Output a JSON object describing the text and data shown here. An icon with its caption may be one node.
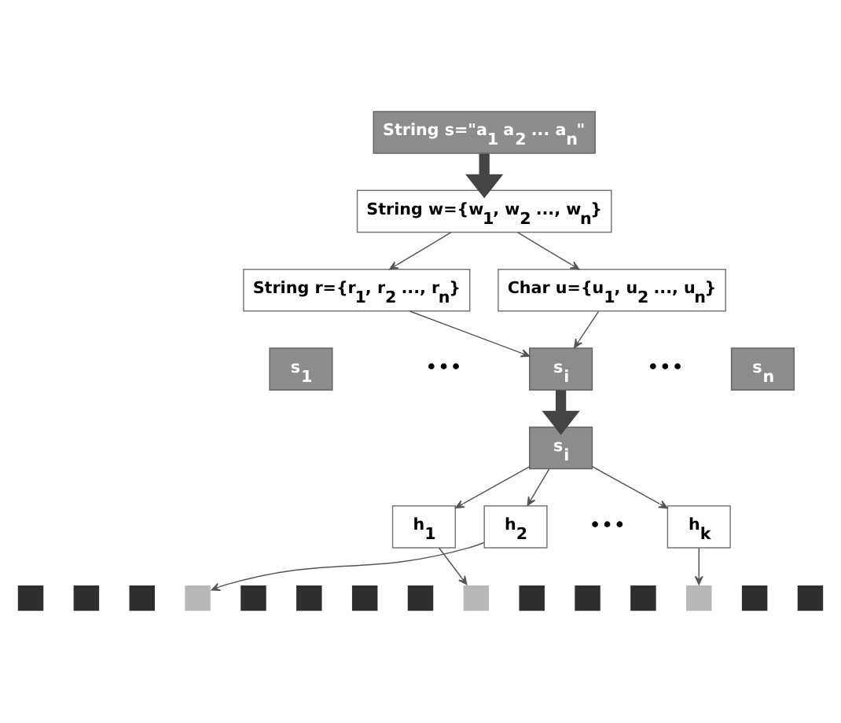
{
  "diagram": {
    "nodes": [
      {
        "text": [
          "String s=\"a$_{1}$ a$_{2}$ ... a$_{n}$\""
        ]
      },
      {
        "text": [
          "String w={w$_{1}$, w$_{2}$ ..., w$_{n}$}"
        ]
      },
      {
        "text": [
          "String r={r$_{1}$, r$_{2}$ ..., r$_{n}$}"
        ]
      },
      {
        "text": [
          "Char u={u$_{1}$, u$_{2}$ ..., u$_{n}$}"
        ]
      },
      {
        "text": [
          "s$_{1}$"
        ]
      },
      {
        "text": [
          "s$_{i}$"
        ]
      },
      {
        "text": [
          "s$_{n}$"
        ]
      },
      {
        "text": [
          "s$_{i}$"
        ]
      },
      {
        "text": [
          "h$_{1}$"
        ]
      },
      {
        "text": [
          "h$_{2}$"
        ]
      },
      {
        "text": [
          "h$_{k}$"
        ]
      },
      {
        "text": [],
        "shape": "box"
      },
      {
        "text": [],
        "shape": "box"
      },
      {
        "text": [],
        "shape": "box"
      },
      {
        "text": [],
        "shape": "box"
      },
      {
        "text": [],
        "shape": "box"
      },
      {
        "text": [],
        "shape": "box"
      },
      {
        "text": [],
        "shape": "box"
      },
      {
        "text": [],
        "shape": "box"
      },
      {
        "text": [],
        "shape": "box"
      },
      {
        "text": [],
        "shape": "box"
      },
      {
        "text": [],
        "shape": "box"
      },
      {
        "text": [],
        "shape": "box"
      },
      {
        "text": [],
        "shape": "box"
      },
      {
        "text": [],
        "shape": "box"
      },
      {
        "text": [],
        "shape": "box"
      }
    ],
    "edges": [
      {
        "from": 0,
        "to": 1,
        "arrow": "to",
        "style": "thick"
      },
      {
        "from": 1,
        "to": 2,
        "arrow": "to"
      },
      {
        "from": 1,
        "to": 3,
        "arrow": "to"
      },
      {
        "from": 2,
        "to": 5,
        "arrow": "to"
      },
      {
        "from": 3,
        "to": 5,
        "arrow": "to"
      },
      {
        "from": 5,
        "to": 7,
        "arrow": "to",
        "style": "thick"
      },
      {
        "from": 7,
        "to": 8,
        "arrow": "to"
      },
      {
        "from": 7,
        "to": 9,
        "arrow": "to"
      },
      {
        "from": 7,
        "to": 10,
        "arrow": "to"
      },
      {
        "from": 8,
        "to": 19,
        "arrow": "to"
      },
      {
        "from": 9,
        "to": 14,
        "arrow": "to"
      },
      {
        "from": 10,
        "to": 23,
        "arrow": "to"
      }
    ],
    "labels": [
      "•••",
      "•••",
      "•••"
    ]
  }
}
